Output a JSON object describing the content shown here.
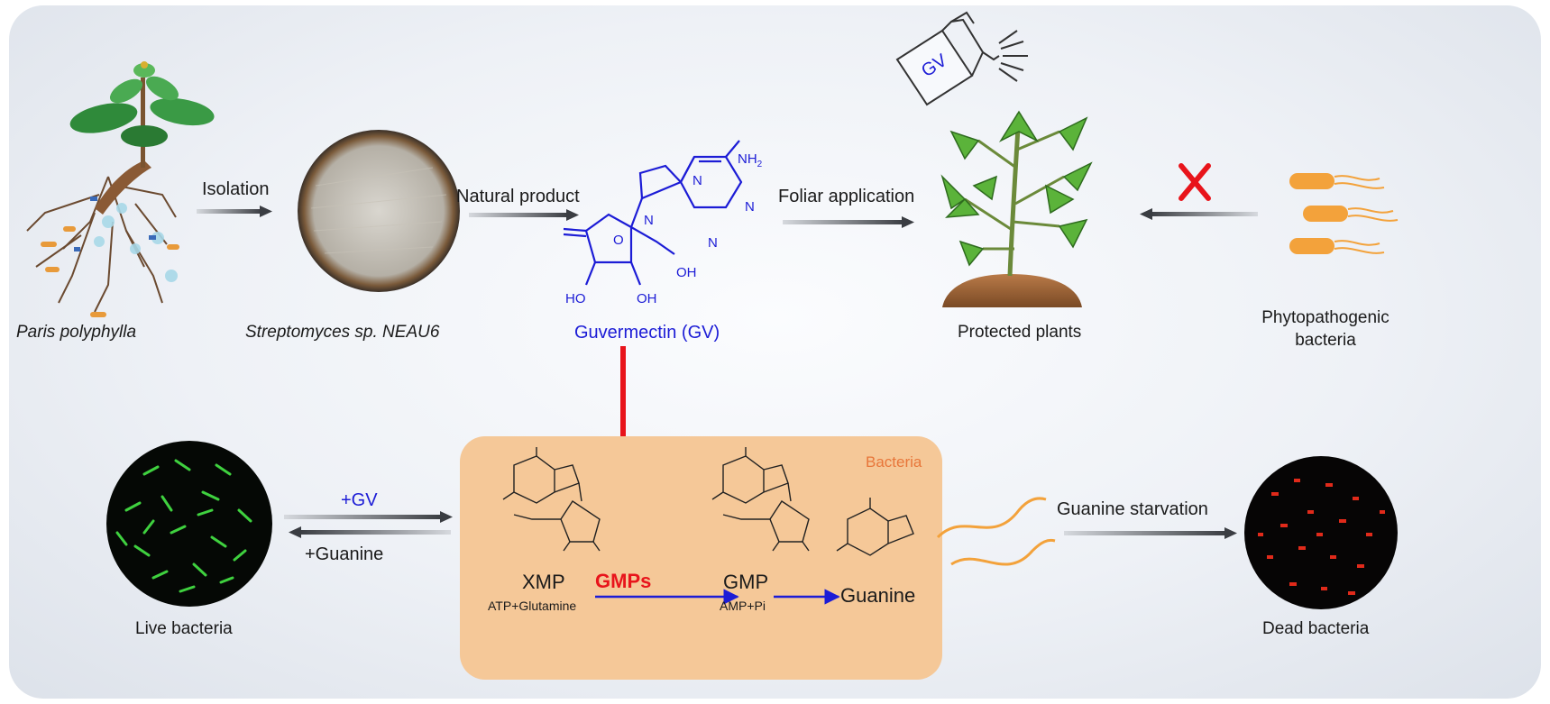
{
  "top_row": {
    "source_label": "Paris polyphylla",
    "isolation_label": "Isolation",
    "strain_label": "Streptomyces sp. NEAU6",
    "natural_product_label": "Natural product",
    "compound_label": "Guvermectin (GV)",
    "compound_atoms": {
      "nh2": "NH",
      "nh2_sub": "2",
      "n1": "N",
      "n2": "N",
      "n3": "N",
      "n4": "N",
      "o_ring": "O",
      "oh1": "OH",
      "ho": "HO",
      "oh2": "OH"
    },
    "foliar_label": "Foliar application",
    "spray_bottle_label": "GV",
    "plant_label": "Protected plants",
    "pathogen_label_line1": "Phytopathogenic",
    "pathogen_label_line2": "bacteria"
  },
  "bottom_row": {
    "live_label": "Live bacteria",
    "plus_gv_label": "+GV",
    "plus_guanine_label": "+Guanine",
    "bacteria_box_label": "Bacteria",
    "xmp_label": "XMP",
    "xmp_cofactors": "ATP+Glutamine",
    "enzyme_label": "GMPs",
    "gmp_label": "GMP",
    "gmp_cofactors": "AMP+Pi",
    "guanine_label": "Guanine",
    "starvation_label": "Guanine starvation",
    "dead_label": "Dead bacteria"
  },
  "colors": {
    "compound_blue": "#1c1cd6",
    "inhibition_red": "#e8141b",
    "bacteria_box": "#f5c898",
    "bacteria_label": "#e8763a",
    "pathogen_orange": "#f3a23b",
    "live_green": "#3fd13f",
    "dead_red": "#e02a1a"
  }
}
